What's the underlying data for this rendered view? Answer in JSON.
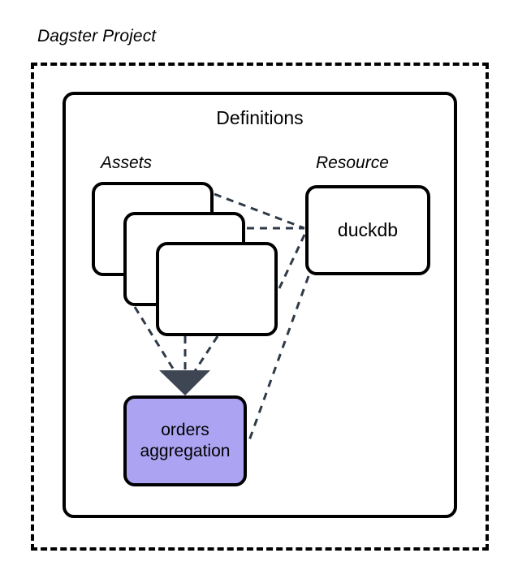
{
  "diagram": {
    "title": "Dagster Project",
    "container_label": "Definitions",
    "groups": {
      "assets_label": "Assets",
      "resource_label": "Resource"
    },
    "nodes": {
      "asset_card_1": "",
      "asset_card_2": "",
      "asset_card_3": "",
      "resource_duckdb": "duckdb",
      "asset_orders_aggregation": "orders\naggregation"
    },
    "colors": {
      "background": "#ffffff",
      "stroke": "#000000",
      "edge": "#2f3a48",
      "arrowhead": "#3d4652",
      "highlight_node_fill": "#aca4f2"
    },
    "edges": [
      {
        "from": "asset_card_1",
        "to": "resource_duckdb",
        "style": "dashed"
      },
      {
        "from": "asset_card_2",
        "to": "resource_duckdb",
        "style": "dashed"
      },
      {
        "from": "asset_card_3",
        "to": "resource_duckdb",
        "style": "dashed"
      },
      {
        "from": "asset_card_2",
        "to": "asset_orders_aggregation",
        "style": "dashed",
        "arrow": true
      },
      {
        "from": "asset_card_3",
        "to": "asset_orders_aggregation",
        "style": "dashed",
        "arrow": true
      },
      {
        "from": "resource_duckdb",
        "to": "asset_orders_aggregation",
        "style": "dashed"
      }
    ]
  }
}
